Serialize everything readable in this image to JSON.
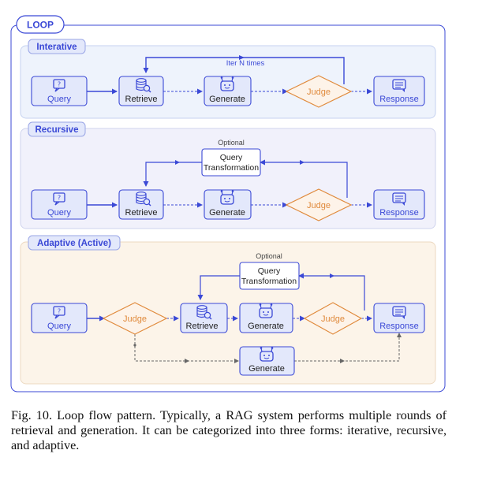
{
  "outer": {
    "label": "LOOP"
  },
  "sections": {
    "iterative": {
      "label": "Interative"
    },
    "recursive": {
      "label": "Recursive"
    },
    "adaptive": {
      "label": "Adaptive (Active)"
    }
  },
  "nodes": {
    "query": "Query",
    "retrieve": "Retrieve",
    "generate": "Generate",
    "response": "Response",
    "judge": "Judge",
    "qt_line1": "Query",
    "qt_line2": "Transformation"
  },
  "annotations": {
    "iter_n_times": "Iter N times",
    "optional": "Optional"
  },
  "caption": "Fig. 10.  Loop flow pattern. Typically, a RAG system performs multiple rounds of retrieval and generation. It can be categorized into three forms: iterative, recursive, and adaptive.",
  "colors": {
    "blue": "#3b49d6",
    "node_fill": "#e3e8fb",
    "orange": "#e08a3c",
    "panel_blue": "#eef3fc",
    "panel_purple": "#f1f1fb",
    "panel_peach": "#fcf4e9"
  }
}
